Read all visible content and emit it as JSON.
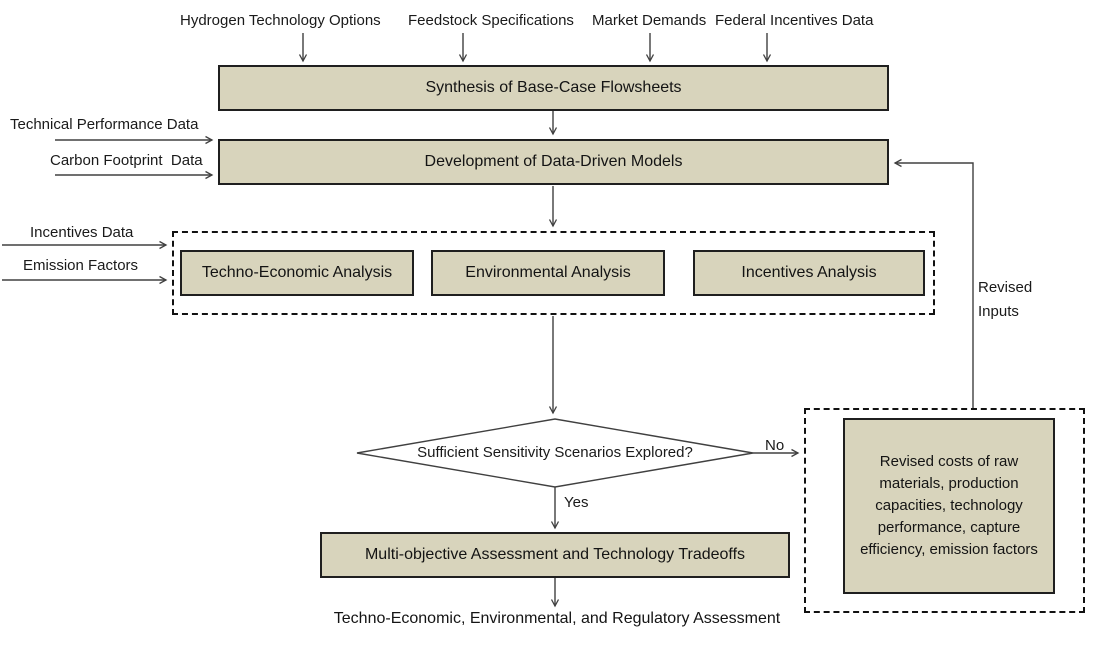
{
  "diagram": {
    "top_inputs": [
      "Hydrogen Technology Options",
      "Feedstock Specifications",
      "Market Demands",
      "Federal Incentives Data"
    ],
    "left_inputs_models": [
      "Technical Performance Data",
      "Carbon Footprint  Data"
    ],
    "left_inputs_analysis": [
      "Incentives Data",
      "Emission Factors"
    ],
    "process_boxes": {
      "synthesis": "Synthesis of Base-Case Flowsheets",
      "development": "Development of Data-Driven Models",
      "multi_objective": "Multi-objective Assessment and Technology Tradeoffs"
    },
    "analysis_boxes": [
      "Techno-Economic Analysis",
      "Environmental Analysis",
      "Incentives Analysis"
    ],
    "decision": {
      "question": "Sufficient Sensitivity Scenarios Explored?",
      "no_label": "No",
      "yes_label": "Yes"
    },
    "revised_box_text": "Revised costs of raw materials, production capacities, technology performance, capture efficiency, emission factors",
    "revised_inputs_label": "Revised Inputs",
    "output_text": "Techno-Economic, Environmental, and Regulatory Assessment",
    "colors": {
      "box_fill": "#d8d4bc",
      "box_border": "#1f1f1f",
      "connector": "#404040"
    }
  }
}
